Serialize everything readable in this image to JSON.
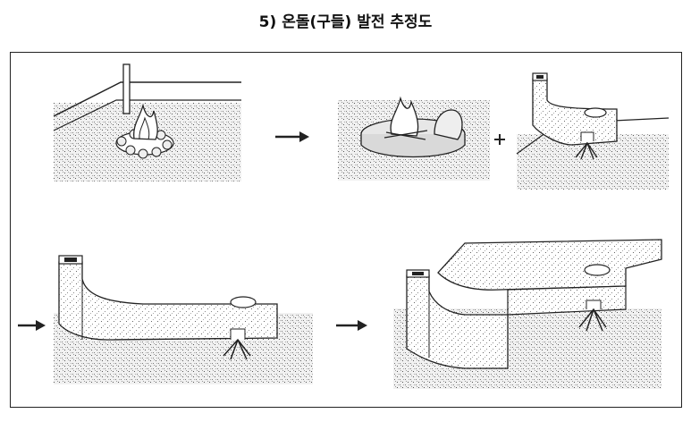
{
  "title": "5) 온돌(구들) 발전 추정도",
  "symbols": {
    "arrow": "→",
    "plus": "+"
  },
  "panels": [
    {
      "id": "open-hearth-fire",
      "icon": "campfire-icon"
    },
    {
      "id": "enclosed-hearth",
      "icon": "clay-hearth-icon"
    },
    {
      "id": "short-gudeul-with-chimney",
      "icon": "short-gudeul-icon"
    },
    {
      "id": "long-gudeul-with-chimney",
      "icon": "long-gudeul-icon"
    },
    {
      "id": "l-shaped-gudeul",
      "icon": "l-gudeul-icon"
    }
  ]
}
